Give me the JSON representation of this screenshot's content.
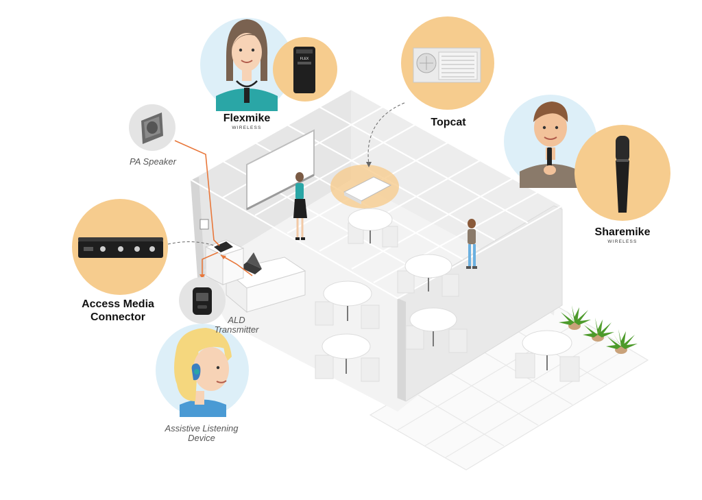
{
  "products": {
    "flexmike": {
      "name": "Flexmike",
      "sub": "WIRELESS"
    },
    "topcat": {
      "name": "Topcat"
    },
    "sharemike": {
      "name": "Sharemike",
      "sub": "WIRELESS"
    },
    "access_media": {
      "line1": "Access Media",
      "line2": "Connector"
    },
    "pa_speaker": {
      "name": "PA Speaker"
    },
    "ald_transmitter": {
      "line1": "ALD",
      "line2": "Transmitter"
    },
    "assistive_device": {
      "line1": "Assistive Listening",
      "line2": "Device"
    }
  },
  "colors": {
    "orange_circle": "#F6CC8E",
    "blue_circle": "#DDEFF8",
    "grey_circle": "#E4E4E4",
    "connector_line": "#E8773A",
    "room_floor": "#F2F2F2",
    "room_wall": "#E3E3E3",
    "furniture": "#FFFFFF"
  },
  "icons": {
    "teacher": "woman-with-pendant-mic-icon",
    "student": "boy-with-handheld-mic-icon",
    "listener": "girl-with-hearing-device-icon"
  }
}
